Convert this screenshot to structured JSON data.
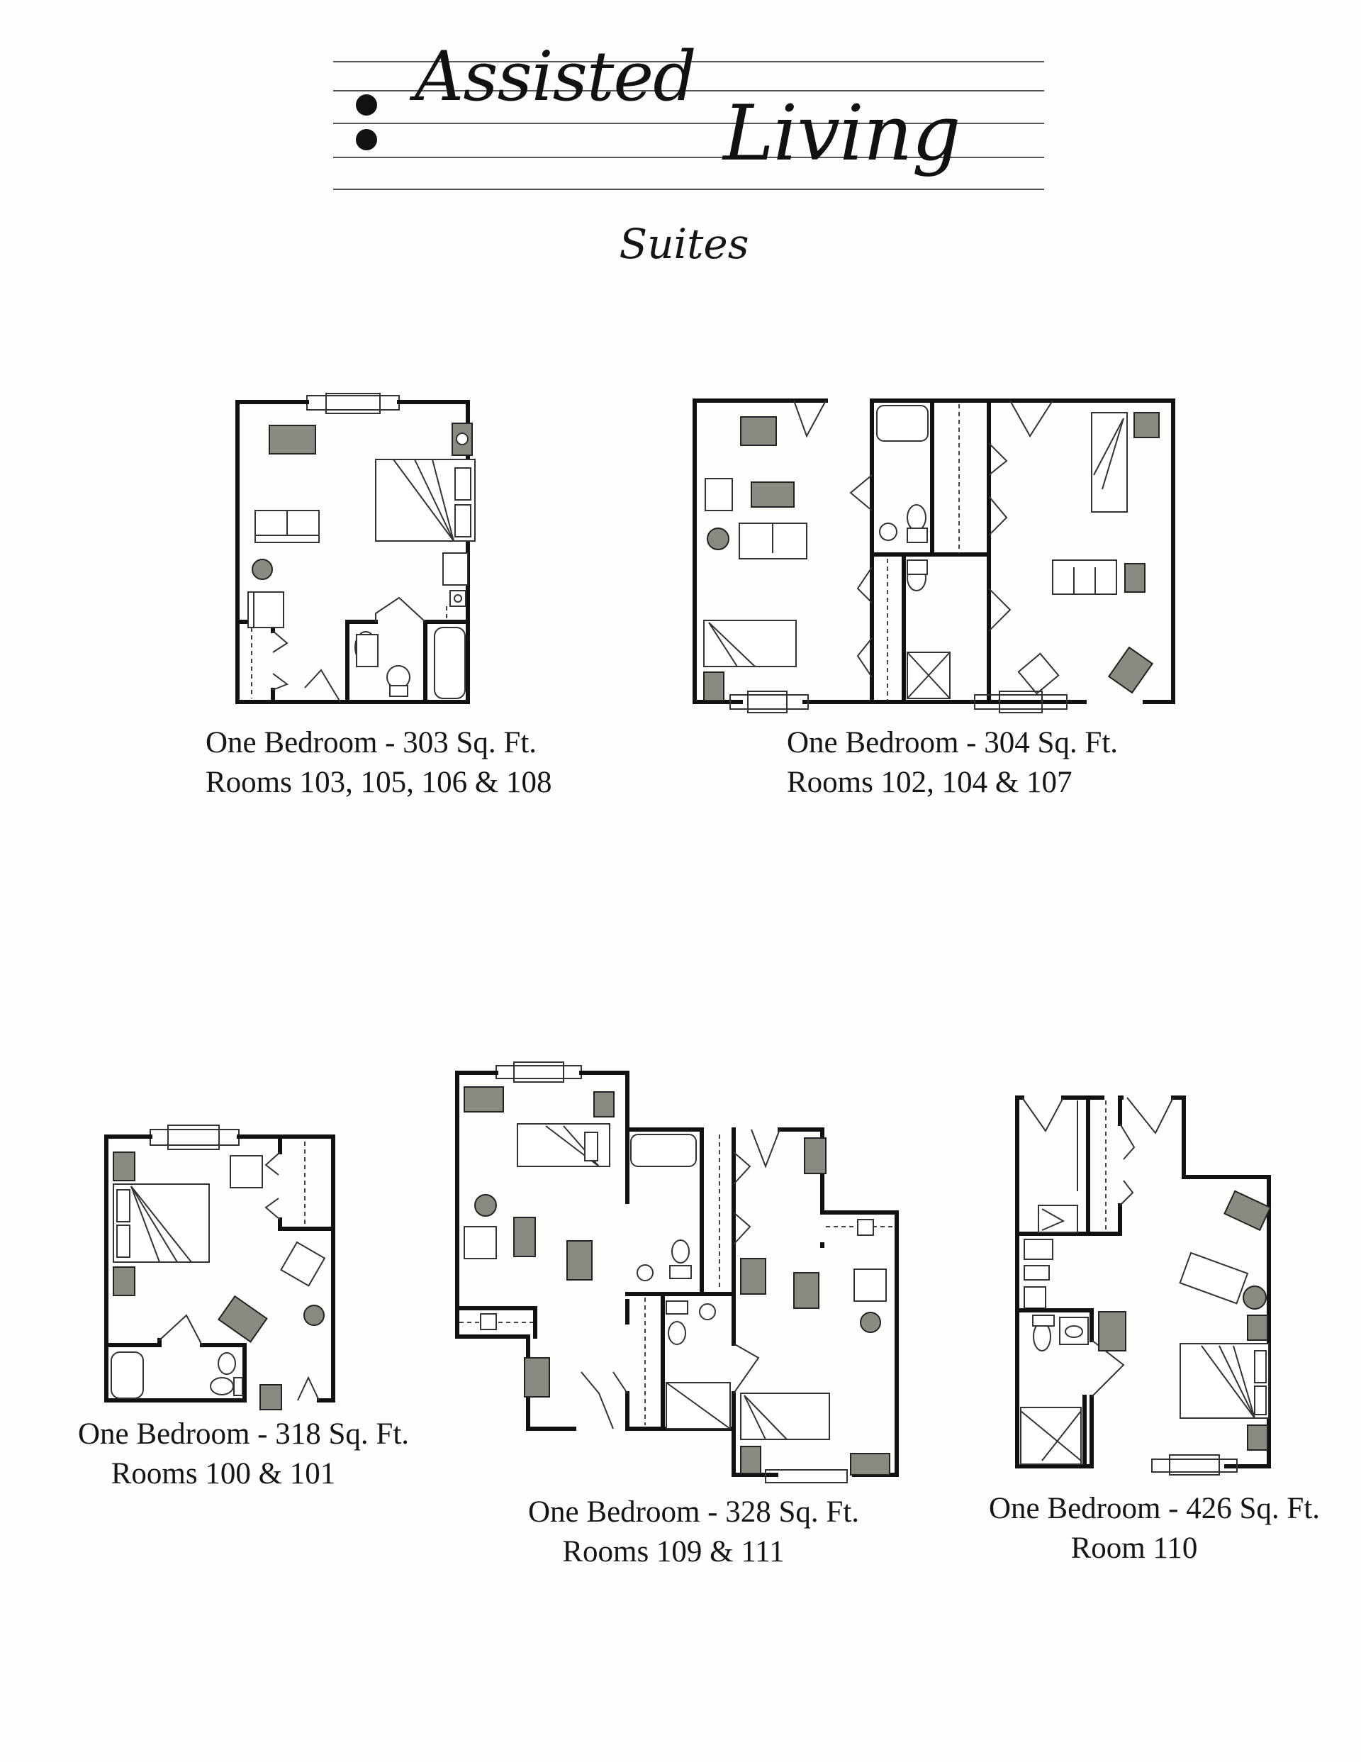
{
  "header": {
    "title_word_1": "Assisted",
    "title_word_2": "Living",
    "subtitle": "Suites"
  },
  "floor_plans": [
    {
      "id": "plan-303",
      "type_label": "One Bedroom - 303 Sq. Ft.",
      "rooms_label": "Rooms 103, 105, 106 & 108",
      "square_feet": 303,
      "rooms": [
        "103",
        "105",
        "106",
        "108"
      ]
    },
    {
      "id": "plan-304",
      "type_label": "One Bedroom - 304 Sq. Ft.",
      "rooms_label": "Rooms 102, 104 & 107",
      "square_feet": 304,
      "rooms": [
        "102",
        "104",
        "107"
      ]
    },
    {
      "id": "plan-318",
      "type_label": "One Bedroom - 318 Sq. Ft.",
      "rooms_label": "Rooms 100 & 101",
      "square_feet": 318,
      "rooms": [
        "100",
        "101"
      ]
    },
    {
      "id": "plan-328",
      "type_label": "One Bedroom - 328 Sq. Ft.",
      "rooms_label": "Rooms 109 & 111",
      "square_feet": 328,
      "rooms": [
        "109",
        "111"
      ]
    },
    {
      "id": "plan-426",
      "type_label": "One Bedroom - 426 Sq. Ft.",
      "rooms_label": "Room 110",
      "square_feet": 426,
      "rooms": [
        "110"
      ]
    }
  ],
  "colors": {
    "ink": "#141414",
    "paper": "#fefefc"
  }
}
